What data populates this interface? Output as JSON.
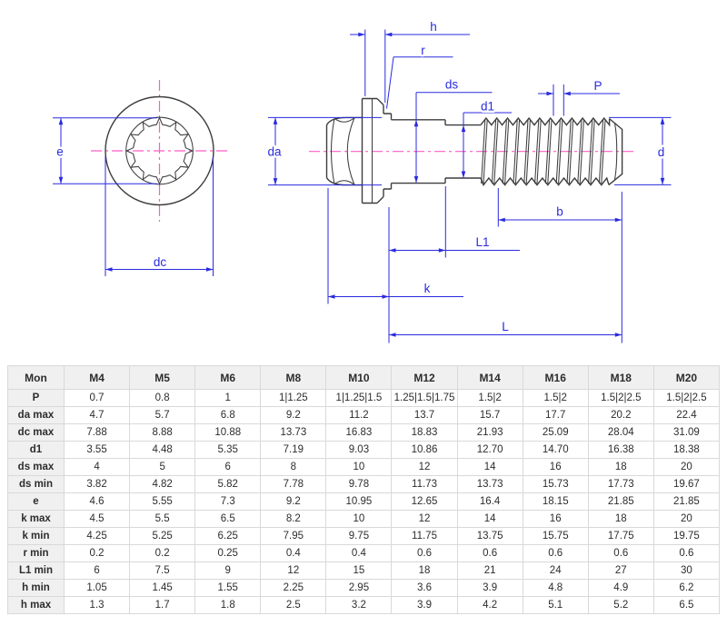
{
  "diagram": {
    "description": "12-point flange bolt technical drawing, end view and side view",
    "labels": {
      "e": "e",
      "dc": "dc",
      "h": "h",
      "r": "r",
      "ds": "ds",
      "d1": "d1",
      "da": "da",
      "P": "P",
      "d": "d",
      "b": "b",
      "L1": "L1",
      "k": "k",
      "L": "L"
    },
    "colors": {
      "dimension_line": "#2a2ae0",
      "centerline": "#ff5cc8",
      "outline": "#3d3d3d"
    }
  },
  "table": {
    "header": [
      "Mon",
      "M4",
      "M5",
      "M6",
      "M8",
      "M10",
      "M12",
      "M14",
      "M16",
      "M18",
      "M20"
    ],
    "rows": [
      {
        "label": "P",
        "values": [
          "0.7",
          "0.8",
          "1",
          "1|1.25",
          "1|1.25|1.5",
          "1.25|1.5|1.75",
          "1.5|2",
          "1.5|2",
          "1.5|2|2.5",
          "1.5|2|2.5"
        ]
      },
      {
        "label": "da max",
        "values": [
          "4.7",
          "5.7",
          "6.8",
          "9.2",
          "11.2",
          "13.7",
          "15.7",
          "17.7",
          "20.2",
          "22.4"
        ]
      },
      {
        "label": "dc max",
        "values": [
          "7.88",
          "8.88",
          "10.88",
          "13.73",
          "16.83",
          "18.83",
          "21.93",
          "25.09",
          "28.04",
          "31.09"
        ]
      },
      {
        "label": "d1",
        "values": [
          "3.55",
          "4.48",
          "5.35",
          "7.19",
          "9.03",
          "10.86",
          "12.70",
          "14.70",
          "16.38",
          "18.38"
        ]
      },
      {
        "label": "ds max",
        "values": [
          "4",
          "5",
          "6",
          "8",
          "10",
          "12",
          "14",
          "16",
          "18",
          "20"
        ]
      },
      {
        "label": "ds min",
        "values": [
          "3.82",
          "4.82",
          "5.82",
          "7.78",
          "9.78",
          "11.73",
          "13.73",
          "15.73",
          "17.73",
          "19.67"
        ]
      },
      {
        "label": "e",
        "values": [
          "4.6",
          "5.55",
          "7.3",
          "9.2",
          "10.95",
          "12.65",
          "16.4",
          "18.15",
          "21.85",
          "21.85"
        ]
      },
      {
        "label": "k max",
        "values": [
          "4.5",
          "5.5",
          "6.5",
          "8.2",
          "10",
          "12",
          "14",
          "16",
          "18",
          "20"
        ]
      },
      {
        "label": "k min",
        "values": [
          "4.25",
          "5.25",
          "6.25",
          "7.95",
          "9.75",
          "11.75",
          "13.75",
          "15.75",
          "17.75",
          "19.75"
        ]
      },
      {
        "label": "r min",
        "values": [
          "0.2",
          "0.2",
          "0.25",
          "0.4",
          "0.4",
          "0.6",
          "0.6",
          "0.6",
          "0.6",
          "0.6"
        ]
      },
      {
        "label": "L1 min",
        "values": [
          "6",
          "7.5",
          "9",
          "12",
          "15",
          "18",
          "21",
          "24",
          "27",
          "30"
        ]
      },
      {
        "label": "h min",
        "values": [
          "1.05",
          "1.45",
          "1.55",
          "2.25",
          "2.95",
          "3.6",
          "3.9",
          "4.8",
          "4.9",
          "6.2"
        ]
      },
      {
        "label": "h max",
        "values": [
          "1.3",
          "1.7",
          "1.8",
          "2.5",
          "3.2",
          "3.9",
          "4.2",
          "5.1",
          "5.2",
          "6.5"
        ]
      }
    ]
  }
}
